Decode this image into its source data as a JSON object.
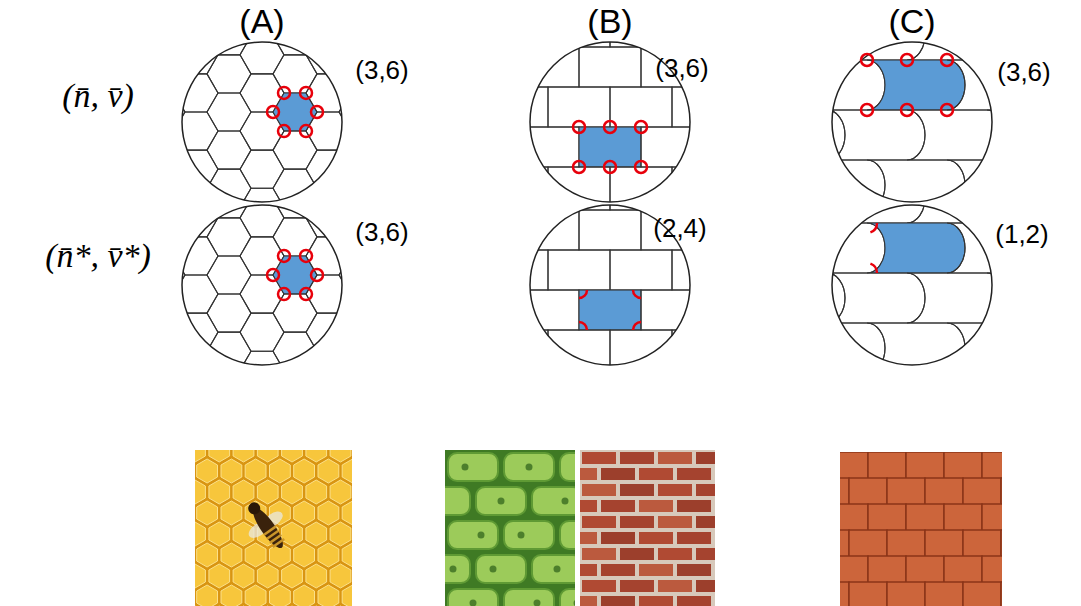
{
  "diagram": {
    "labels": [
      "(A)",
      "(B)",
      "(C)",
      "(n̄, v̄)",
      "(3,6)",
      "(3,6)",
      "(3,6)",
      "(n̄*, v̄*)",
      "(3,6)",
      "(2,4)",
      "(1,2)"
    ]
  }
}
